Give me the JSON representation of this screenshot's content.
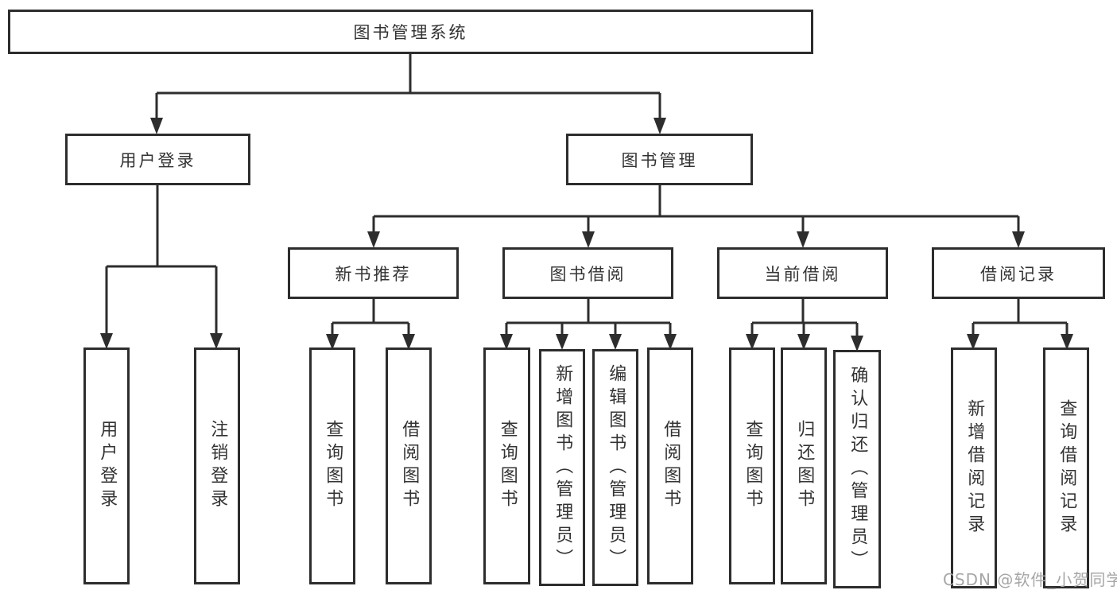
{
  "colors": {
    "background": "#ffffff",
    "line": "#2d2d2d",
    "box_border": "#2d2d2d",
    "text": "#333333",
    "watermark": "#a6a6a6"
  },
  "watermark": {
    "text": "CSDN @软件_小贺同学"
  },
  "tree": {
    "root": {
      "label": "图书管理系统"
    },
    "branches": [
      {
        "label": "用户登录",
        "children": [
          {
            "label": "用户登录"
          },
          {
            "label": "注销登录"
          }
        ]
      },
      {
        "label": "图书管理",
        "children": [
          {
            "label": "新书推荐",
            "children": [
              {
                "label": "查询图书"
              },
              {
                "label": "借阅图书"
              }
            ]
          },
          {
            "label": "图书借阅",
            "children": [
              {
                "label": "查询图书"
              },
              {
                "label": "新增图书（管理员）"
              },
              {
                "label": "编辑图书（管理员）"
              },
              {
                "label": "借阅图书"
              }
            ]
          },
          {
            "label": "当前借阅",
            "children": [
              {
                "label": "查询图书"
              },
              {
                "label": "归还图书"
              },
              {
                "label": "确认归还（管理员）"
              }
            ]
          },
          {
            "label": "借阅记录",
            "children": [
              {
                "label": "新增借阅记录"
              },
              {
                "label": "查询借阅记录"
              }
            ]
          }
        ]
      }
    ]
  }
}
